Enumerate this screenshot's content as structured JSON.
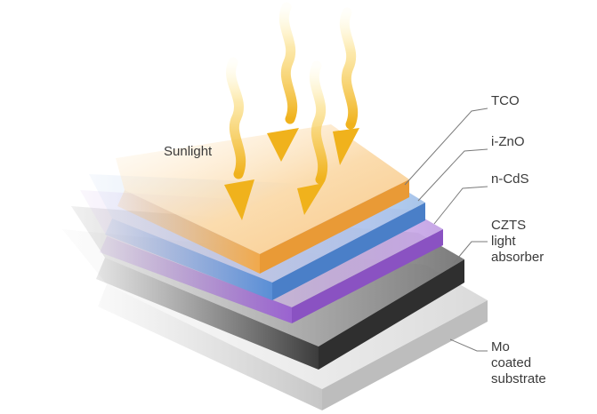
{
  "diagram": {
    "sunlight_label": "Sunlight",
    "layers": [
      {
        "key": "tco",
        "label": "TCO",
        "color": "#f4b55c"
      },
      {
        "key": "izno",
        "label": "i-ZnO",
        "color": "#6f9ed8"
      },
      {
        "key": "ncds",
        "label": "n-CdS",
        "color": "#a270cf"
      },
      {
        "key": "czts",
        "label": "CZTS\nlight\nabsorber",
        "color": "#4a4a4a"
      },
      {
        "key": "mo",
        "label": "Mo\ncoated\nsubstrate",
        "color": "#d2d2d2"
      }
    ],
    "ray_color": "#f1bc2c"
  }
}
